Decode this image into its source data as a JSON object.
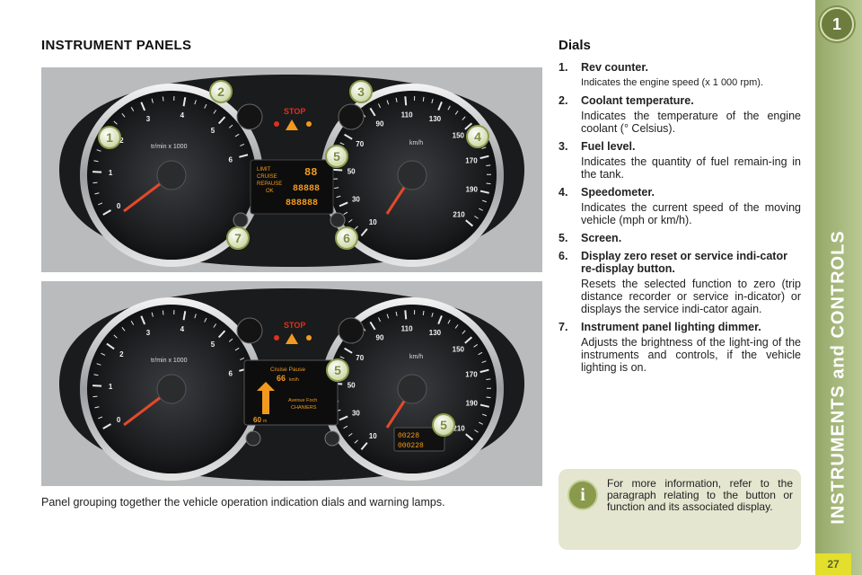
{
  "header": {
    "title": "INSTRUMENT PANELS"
  },
  "panel1": {
    "left_dial": {
      "unit": "tr/min x 1000",
      "ticks": [
        "0",
        "1",
        "2",
        "3",
        "4",
        "5",
        "6"
      ]
    },
    "right_dial": {
      "unit": "km/h",
      "ticks": [
        "10",
        "30",
        "50",
        "70",
        "90",
        "110",
        "130",
        "150",
        "170",
        "190",
        "210"
      ]
    },
    "stop_label": "STOP",
    "markers": [
      "1",
      "2",
      "3",
      "4",
      "5",
      "6",
      "7"
    ],
    "screen": {
      "line1": "LIMIT",
      "line2": "CRUISE",
      "line3": "REPAUSE",
      "line4": "OK",
      "digits1": "88",
      "digits2": "88888",
      "digits3": "888888"
    }
  },
  "panel2": {
    "left_dial": {
      "unit": "tr/min x 1000",
      "ticks": [
        "0",
        "1",
        "2",
        "3",
        "4",
        "5",
        "6"
      ]
    },
    "right_dial": {
      "unit": "km/h",
      "ticks": [
        "10",
        "30",
        "50",
        "70",
        "90",
        "110",
        "130",
        "150",
        "170",
        "190",
        "210"
      ]
    },
    "stop_label": "STOP",
    "markers": [
      "5",
      "5"
    ],
    "screen": {
      "cruise": "Cruise  Pause",
      "speed": "66",
      "speed_unit": "km/h",
      "street1": "Avenue Foch",
      "street2": "CHANIERS",
      "distance": "60",
      "distance_unit": "m"
    },
    "odometer": {
      "trip": "00228",
      "total": "000228"
    }
  },
  "caption": "Panel grouping together the vehicle operation indication dials and warning lamps.",
  "dials": {
    "title": "Dials",
    "items": [
      {
        "num": "1.",
        "title": "Rev counter.",
        "desc": "Indicates the engine speed (x 1 000 rpm)."
      },
      {
        "num": "2.",
        "title": "Coolant temperature.",
        "desc": "Indicates the temperature of the engine coolant (° Celsius)."
      },
      {
        "num": "3.",
        "title": "Fuel level.",
        "desc": "Indicates the quantity of fuel remain-ing in the tank."
      },
      {
        "num": "4.",
        "title": "Speedometer.",
        "desc": "Indicates the current speed of the moving vehicle (mph or km/h)."
      },
      {
        "num": "5.",
        "title": "Screen.",
        "desc": ""
      },
      {
        "num": "6.",
        "title": "Display zero reset or service indi-cator re-display button.",
        "desc": "Resets the selected function to zero (trip distance recorder or service in-dicator) or displays the service indi-cator again."
      },
      {
        "num": "7.",
        "title": "Instrument panel lighting dimmer.",
        "desc": "Adjusts the brightness of the light-ing of the instruments and controls, if the vehicle lighting is on."
      }
    ]
  },
  "info": {
    "icon": "info-icon",
    "text": "For more information, refer to the paragraph relating to the button or function and its associated display."
  },
  "sidebar": {
    "chapter": "1",
    "label": "INSTRUMENTS and CONTROLS"
  },
  "page": {
    "number": "27"
  },
  "colors": {
    "accent": "#96a868",
    "badge": "#6d7d3d",
    "page_tab": "#e3df2c",
    "info_bg": "#e4e6cf",
    "stop_red": "#e0301e",
    "screen_amber": "#f29a1e"
  }
}
